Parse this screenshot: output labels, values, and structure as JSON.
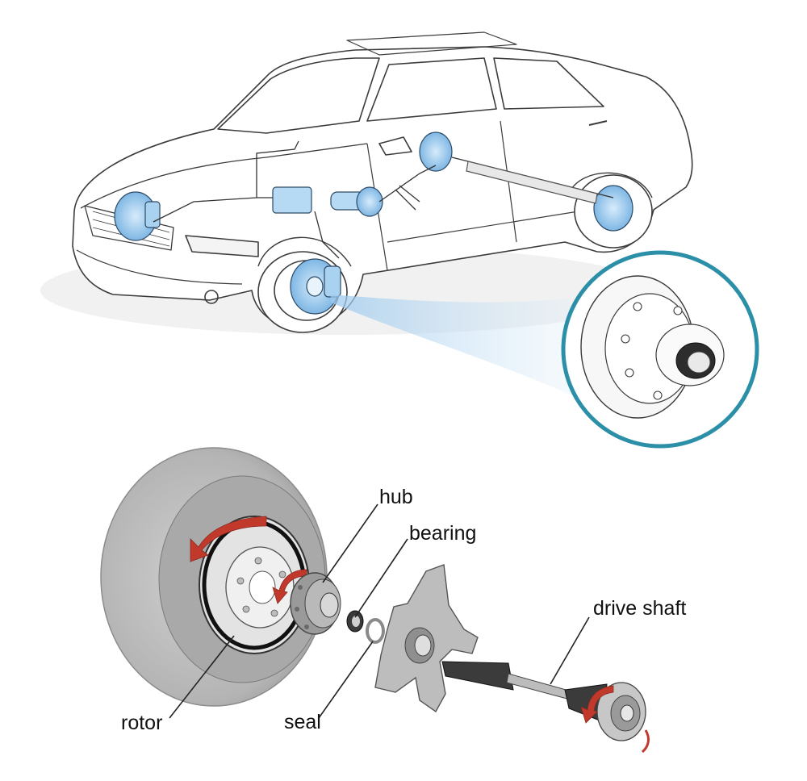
{
  "labels": {
    "hub": "hub",
    "bearing": "bearing",
    "drive_shaft": "drive shaft",
    "rotor": "rotor",
    "seal": "seal"
  },
  "colors": {
    "outline": "#3a3a3a",
    "brake_blue": "#8fc3ea",
    "magnifier_ring": "#2b8fa8",
    "rotation_arrow": "#c0392b",
    "tire": "#b9b9b9"
  }
}
